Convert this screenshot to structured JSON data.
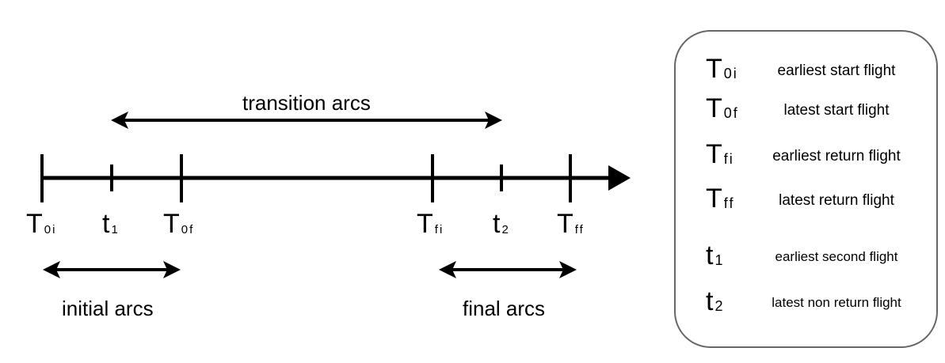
{
  "arcs": {
    "transition": "transition arcs",
    "initial": "initial arcs",
    "final": "final arcs"
  },
  "axis_labels": [
    {
      "main": "T",
      "sub": "0i"
    },
    {
      "main": "t",
      "sub": "1"
    },
    {
      "main": "T",
      "sub": "0f"
    },
    {
      "main": "T",
      "sub": "fi"
    },
    {
      "main": "t",
      "sub": "2"
    },
    {
      "main": "T",
      "sub": "ff"
    }
  ],
  "legend": [
    {
      "main": "T",
      "sub": "0i",
      "desc": "earliest start flight"
    },
    {
      "main": "T",
      "sub": "0f",
      "desc": "latest start flight"
    },
    {
      "main": "T",
      "sub": "fi",
      "desc": "earliest return flight"
    },
    {
      "main": "T",
      "sub": "ff",
      "desc": "latest return flight"
    },
    {
      "main": "t",
      "sub": "1",
      "desc": "earliest second flight"
    },
    {
      "main": "t",
      "sub": "2",
      "desc": "latest non return flight"
    }
  ],
  "colors": {
    "ink": "#000000",
    "legend_border": "#666666",
    "background": "#ffffff"
  }
}
